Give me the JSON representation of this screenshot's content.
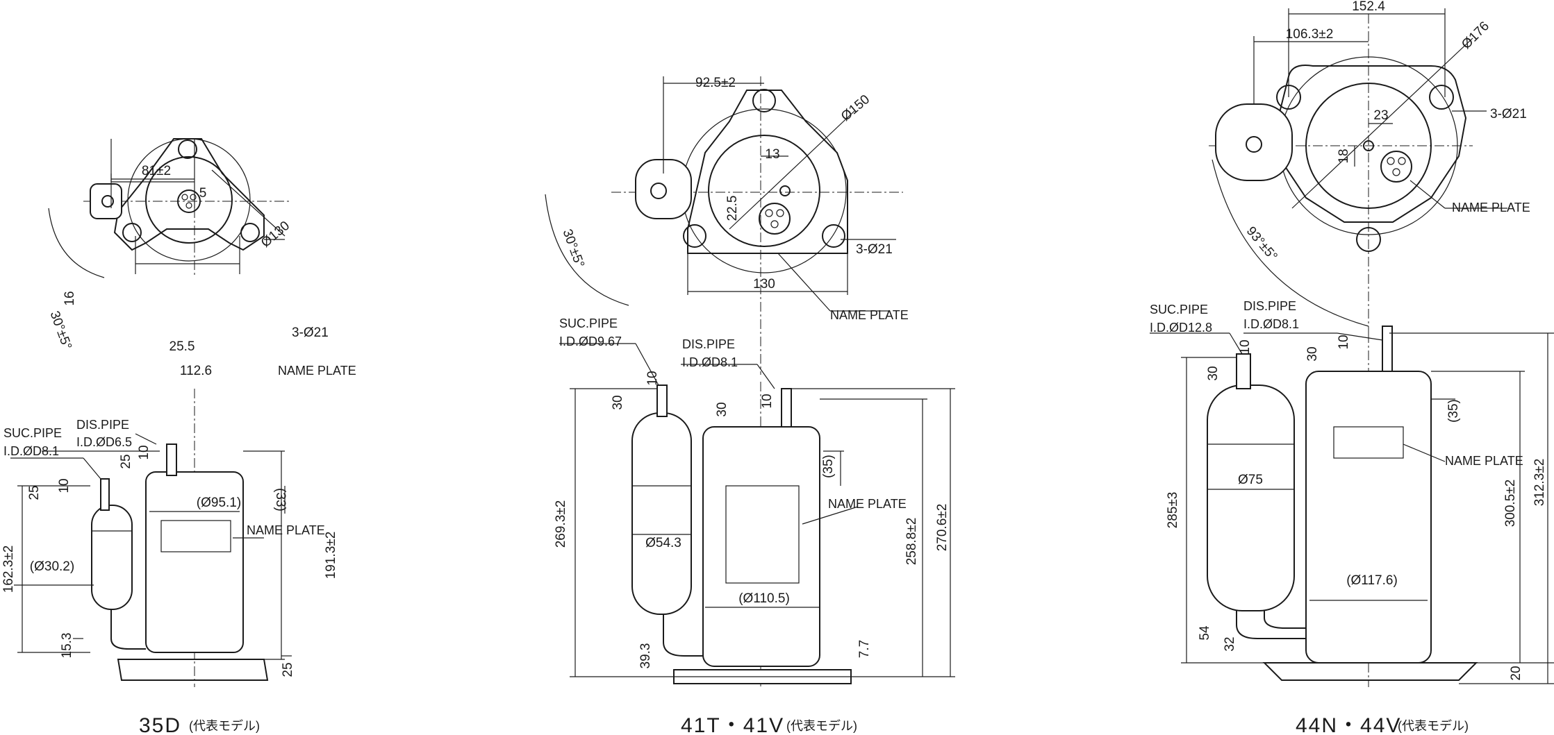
{
  "models": [
    {
      "caption": "35D",
      "caption_note": "(代表モデル)",
      "top_view": {
        "dims": [
          "81±2",
          "5",
          "Ø130",
          "16",
          "30°±5°",
          "25.5",
          "112.6",
          "3-Ø21"
        ],
        "labels": [
          "NAME PLATE"
        ]
      },
      "side_view": {
        "suc_pipe": [
          "SUC.PIPE",
          "I.D.ØD8.1"
        ],
        "dis_pipe": [
          "DIS.PIPE",
          "I.D.ØD6.5"
        ],
        "dims": [
          "10",
          "25",
          "25",
          "10",
          "(Ø95.1)",
          "(33)",
          "162.3±2",
          "(Ø30.2)",
          "191.3±2",
          "15.3",
          "25"
        ],
        "labels": [
          "NAME PLATE"
        ]
      }
    },
    {
      "caption": "41T・41V",
      "caption_note": "(代表モデル)",
      "top_view": {
        "dims": [
          "92.5±2",
          "Ø150",
          "13",
          "22.5",
          "30°±5°",
          "3-Ø21",
          "130"
        ],
        "labels": [
          "NAME PLATE"
        ]
      },
      "side_view": {
        "suc_pipe": [
          "SUC.PIPE",
          "I.D.ØD9.67"
        ],
        "dis_pipe": [
          "DIS.PIPE",
          "I.D.ØD8.1"
        ],
        "dims": [
          "10",
          "30",
          "30",
          "10",
          "(35)",
          "269.3±2",
          "Ø54.3",
          "258.8±2",
          "270.6±2",
          "(Ø110.5)",
          "39.3",
          "7.7"
        ],
        "labels": [
          "NAME PLATE"
        ]
      }
    },
    {
      "caption": "44N・44V",
      "caption_note": "(代表モデル)",
      "top_view": {
        "dims": [
          "152.4",
          "106.3±2",
          "Ø176",
          "23",
          "3-Ø21",
          "18",
          "93°±5°"
        ],
        "labels": [
          "NAME PLATE"
        ]
      },
      "side_view": {
        "suc_pipe": [
          "SUC.PIPE",
          "I.D.ØD12.8"
        ],
        "dis_pipe": [
          "DIS.PIPE",
          "I.D.ØD8.1"
        ],
        "dims": [
          "10",
          "30",
          "10",
          "30",
          "(35)",
          "Ø75",
          "285±3",
          "300.5±2",
          "312.3±2",
          "(Ø117.6)",
          "54",
          "32",
          "20"
        ],
        "labels": [
          "NAME PLATE"
        ]
      }
    }
  ]
}
